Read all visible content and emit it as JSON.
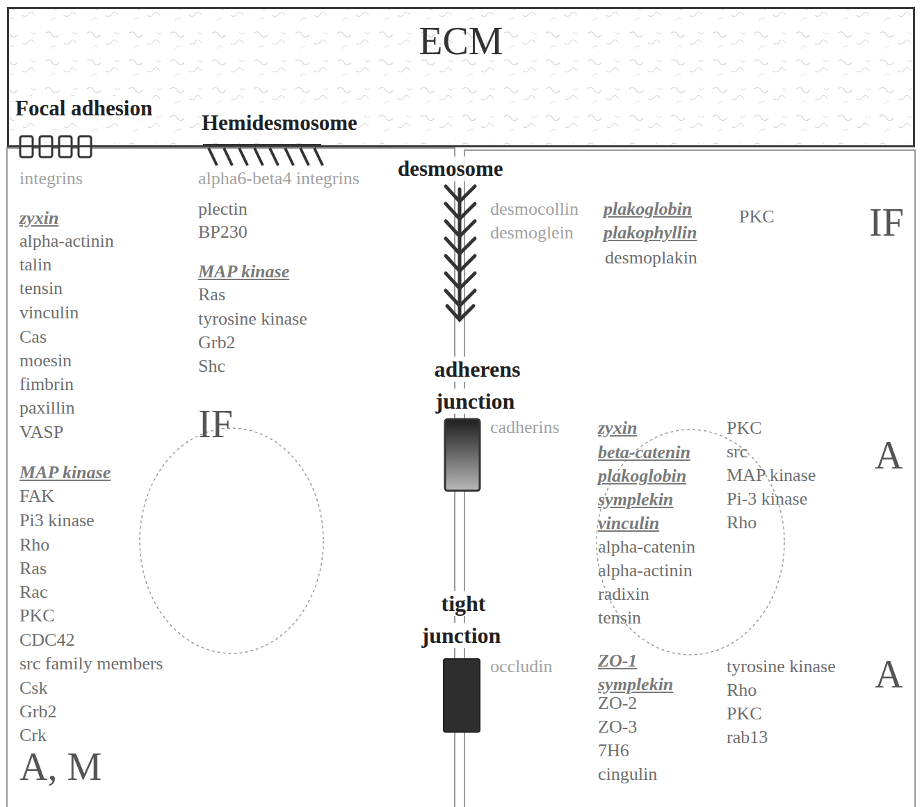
{
  "diagram": {
    "nodes": [
      {
        "text": [
          "ECM"
        ]
      }
    ],
    "labels": [
      "Focal adhesion",
      "Hemidesmosome",
      "integrins",
      "alpha6-beta4 integrins",
      "desmosome",
      "zyxin",
      "alpha-actinin",
      "talin",
      "tensin",
      "vinculin",
      "Cas",
      "moesin",
      "fimbrin",
      "paxillin",
      "VASP",
      "MAP kinase",
      "FAK",
      "Pi3 kinase",
      "Rho",
      "Ras",
      "Rac",
      "PKC",
      "CDC42",
      "src family members",
      "Csk",
      "Grb2",
      "Crk",
      "A, M",
      "plectin",
      "BP230",
      "MAP kinase",
      "Ras",
      "tyrosine kinase",
      "Grb2",
      "Shc",
      "IF",
      "desmocollin",
      "desmoglein",
      "plakoglobin",
      "plakophyllin",
      "desmoplakin",
      "PKC",
      "IF",
      "adherens junction",
      "cadherins",
      "zyxin",
      "beta-catenin",
      "plakoglobin",
      "symplekin",
      "vinculin",
      "alpha-catenin",
      "alpha-actinin",
      "radixin",
      "tensin",
      "PKC",
      "src",
      "MAP kinase",
      "Pi-3 kinase",
      "Rho",
      "A",
      "tight junction",
      "occludin",
      "ZO-1",
      "symplekin",
      "ZO-2",
      "ZO-3",
      "7H6",
      "cingulin",
      "tyrosine kinase",
      "Rho",
      "PKC",
      "rab13",
      "A"
    ]
  }
}
